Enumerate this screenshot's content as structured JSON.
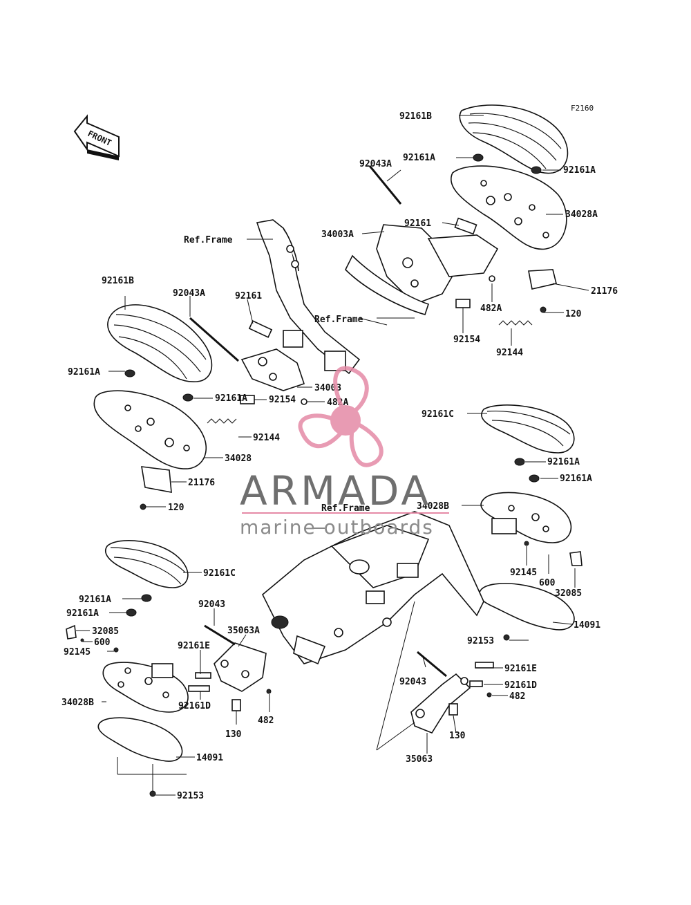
{
  "figure_code": "F2160",
  "front_label": "FRONT",
  "ref_labels": [
    "Ref.Frame",
    "Ref.Frame",
    "Ref.Frame"
  ],
  "callouts": [
    "92161B",
    "92161A",
    "92043A",
    "92161A",
    "34028A",
    "34003A",
    "92161",
    "21176",
    "482A",
    "120",
    "92154",
    "92144",
    "92161B",
    "92043A",
    "92161",
    "92161A",
    "92161A",
    "34003",
    "482A",
    "92154",
    "92144",
    "34028",
    "21176",
    "120",
    "92161C",
    "92161A",
    "92161A",
    "34028B",
    "92145",
    "600",
    "32085",
    "14091",
    "92153",
    "92161C",
    "92161A",
    "92161A",
    "32085",
    "600",
    "92145",
    "34028B",
    "14091",
    "92153",
    "92043",
    "35063A",
    "92161E",
    "92161D",
    "130",
    "482",
    "92043",
    "92161E",
    "92161D",
    "482",
    "130",
    "35063"
  ],
  "watermark": {
    "brand": "ARMADA",
    "tagline": "marine outboards",
    "brand_color": "#6f6f6f",
    "accent_color": "#e58aa6"
  }
}
